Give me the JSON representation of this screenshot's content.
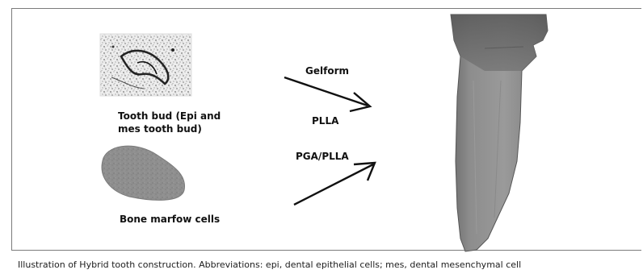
{
  "figure": {
    "labels": {
      "tooth_bud_line1": "Tooth bud (Epi and",
      "tooth_bud_line2": "mes tooth bud)",
      "bone_marrow": "Bone marfow cells",
      "gelform": "Gelform",
      "plla": "PLLA",
      "pga_plla": "PGA/PLLA"
    },
    "caption": "Illustration of Hybrid tooth construction. Abbreviations: epi, dental epithelial cells; mes, dental mesenchymal cell"
  }
}
